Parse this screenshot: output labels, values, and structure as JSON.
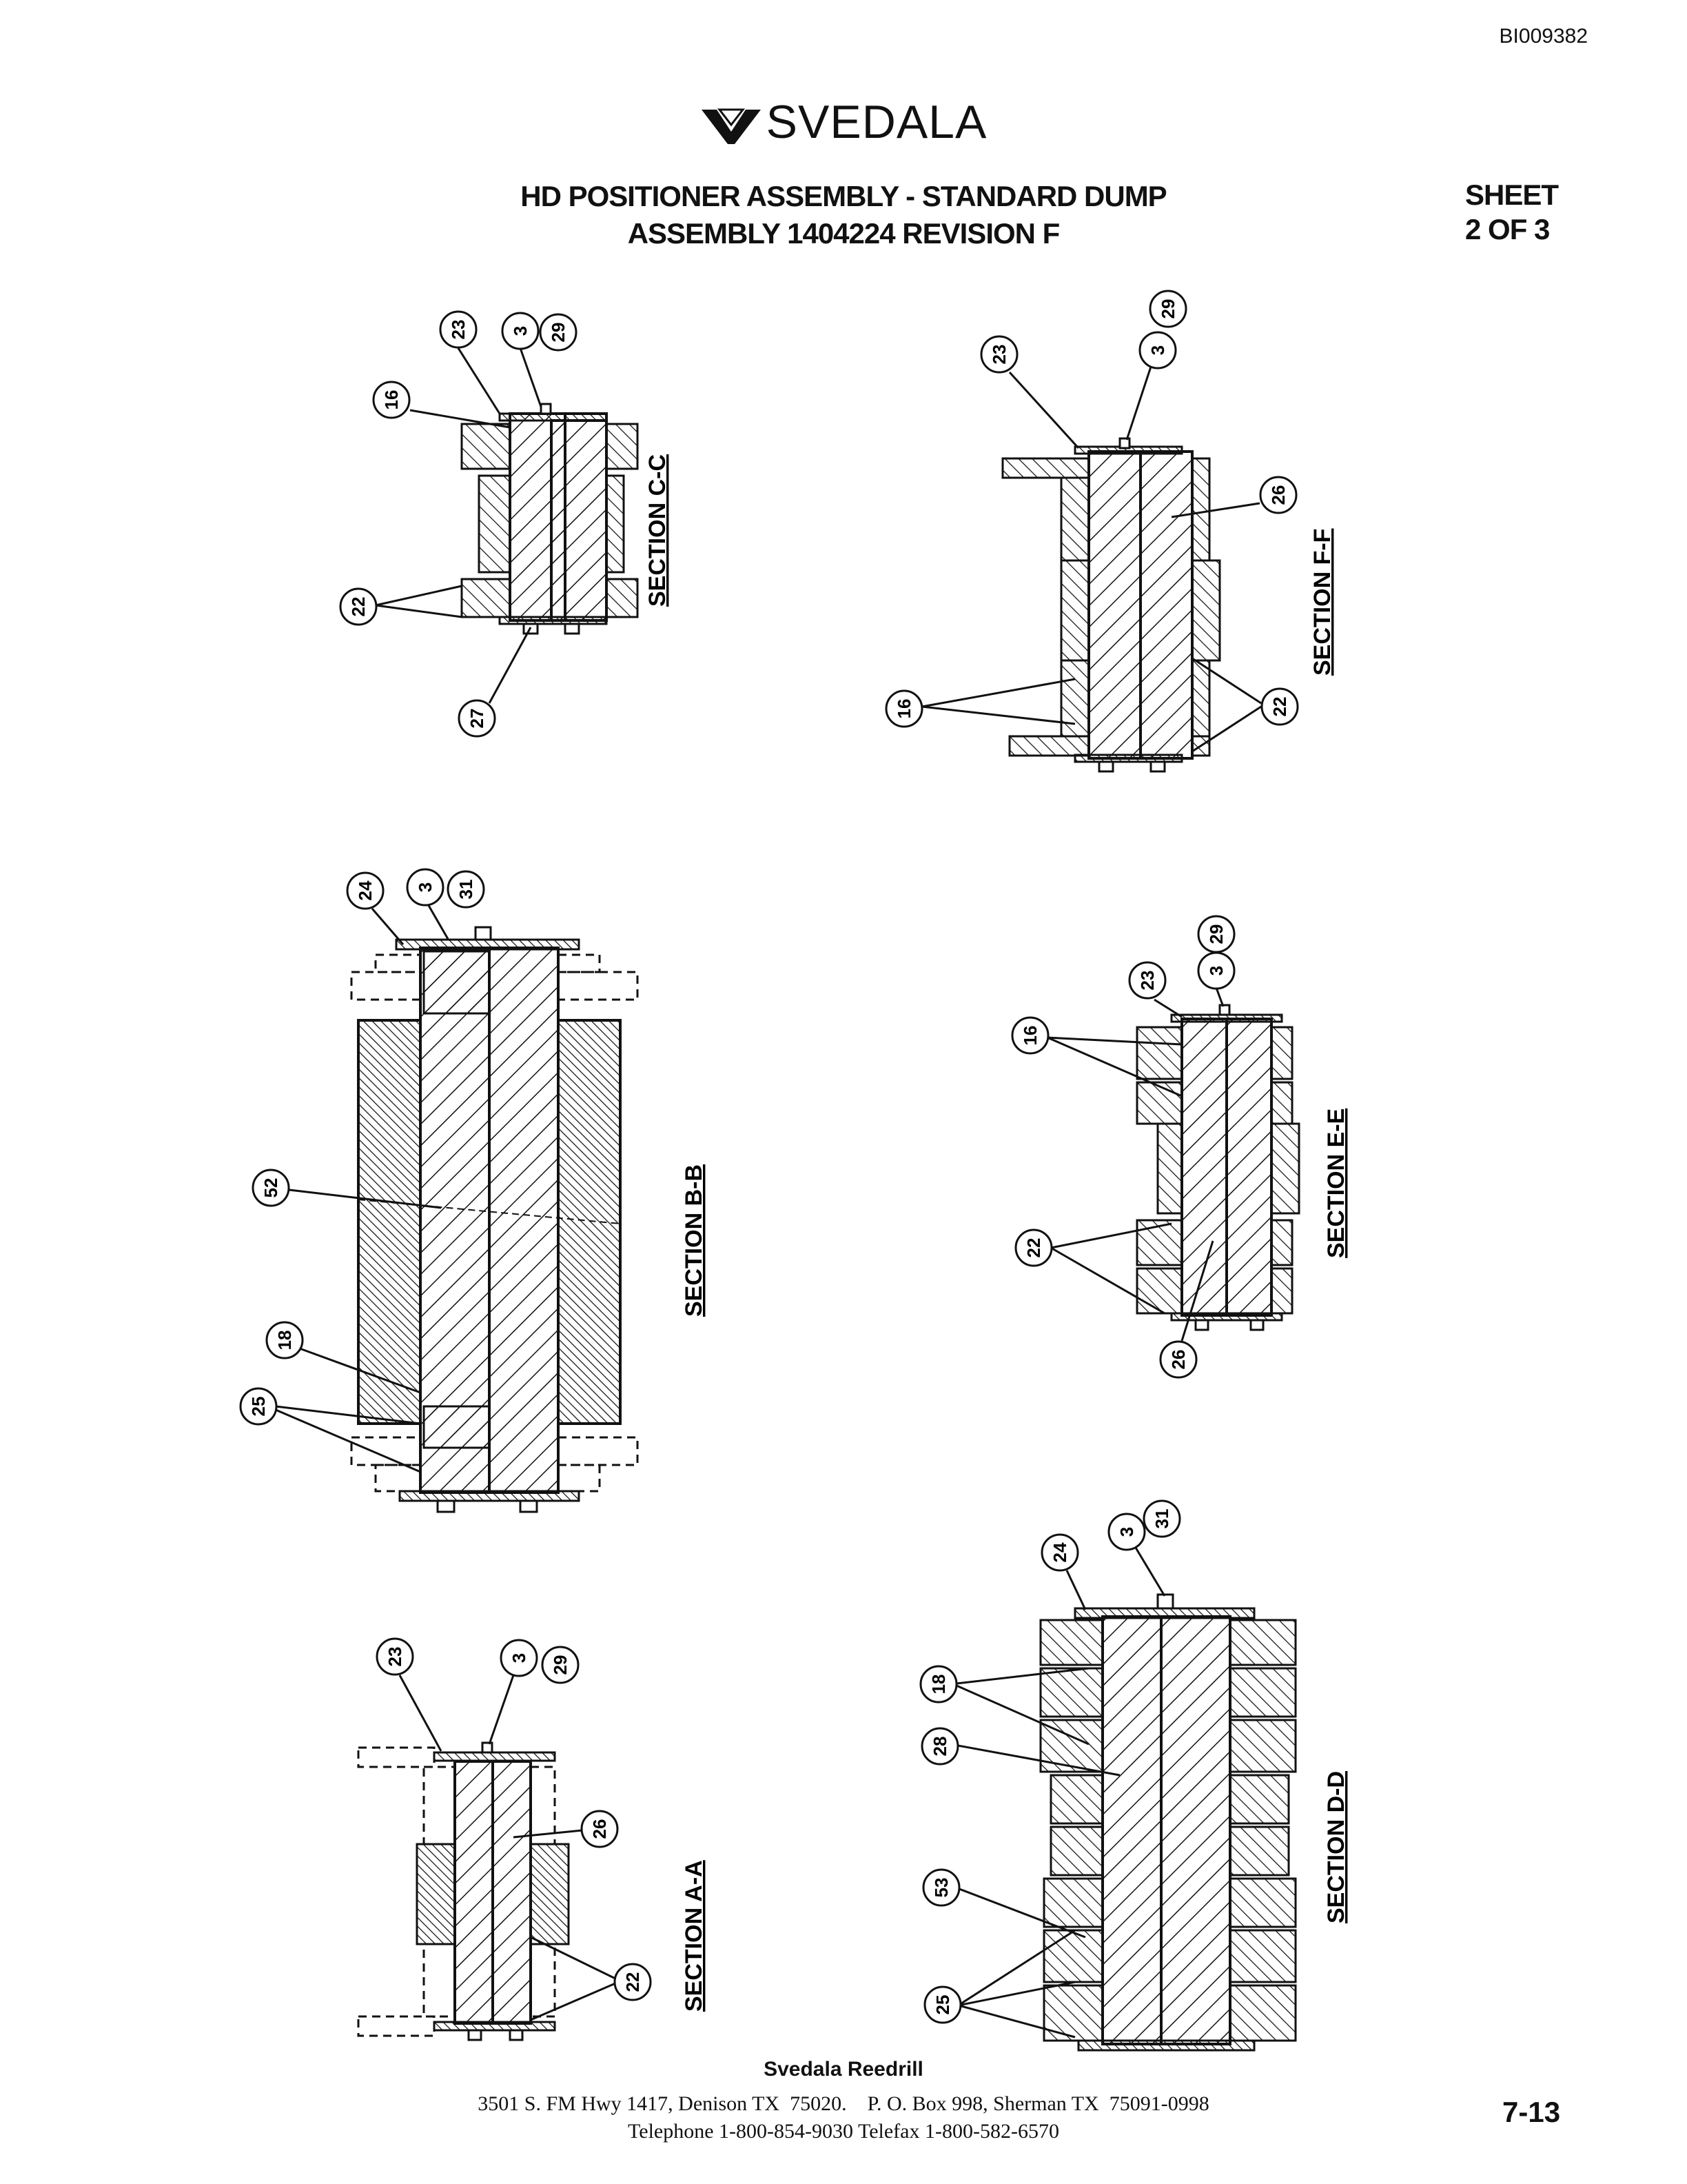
{
  "doc_id": "BI009382",
  "logo": {
    "brand": "SVEDALA",
    "icon": "svedala-chevron-logo-icon"
  },
  "title": {
    "line1": "HD POSITIONER ASSEMBLY - STANDARD DUMP",
    "line2": "ASSEMBLY 1404224 REVISION F"
  },
  "sheet": {
    "label": "SHEET",
    "value": "2 OF 3"
  },
  "sections": [
    {
      "id": "C-C",
      "label": "SECTION C-C",
      "callouts": [
        "23",
        "3",
        "29",
        "16",
        "22",
        "27"
      ]
    },
    {
      "id": "F-F",
      "label": "SECTION F-F",
      "callouts": [
        "23",
        "3",
        "29",
        "26",
        "16",
        "22"
      ]
    },
    {
      "id": "B-B",
      "label": "SECTION B-B",
      "callouts": [
        "24",
        "3",
        "31",
        "52",
        "18",
        "25"
      ]
    },
    {
      "id": "E-E",
      "label": "SECTION E-E",
      "callouts": [
        "29",
        "3",
        "23",
        "16",
        "22",
        "26"
      ]
    },
    {
      "id": "A-A",
      "label": "SECTION A-A",
      "callouts": [
        "23",
        "3",
        "29",
        "26",
        "22"
      ]
    },
    {
      "id": "D-D",
      "label": "SECTION D-D",
      "callouts": [
        "3",
        "31",
        "24",
        "18",
        "28",
        "53",
        "25"
      ]
    }
  ],
  "footer": {
    "company": "Svedala Reedrill",
    "address": "3501 S. FM Hwy 1417, Denison TX  75020.    P. O. Box 998, Sherman TX  75091-0998",
    "phone": "Telephone 1-800-854-9030 Telefax 1-800-582-6570"
  },
  "page_number": "7-13"
}
